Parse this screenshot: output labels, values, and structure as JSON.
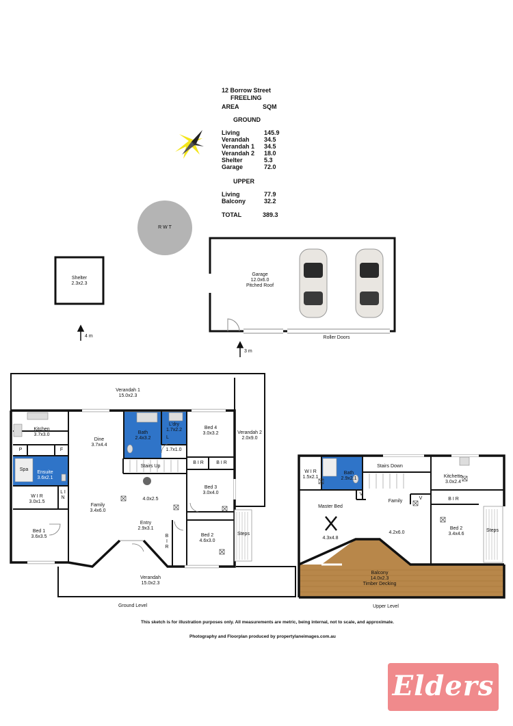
{
  "header": {
    "address_line1": "12 Borrow Street",
    "address_line2": "FREELING",
    "col_area": "AREA",
    "col_unit": "SQM",
    "ground_heading": "GROUND",
    "ground_rows": [
      {
        "name": "Living",
        "value": "145.9"
      },
      {
        "name": "Verandah",
        "value": "34.5"
      },
      {
        "name": "Verandah 1",
        "value": "34.5"
      },
      {
        "name": "Verandah 2",
        "value": "18.0"
      },
      {
        "name": "Shelter",
        "value": "5.3"
      },
      {
        "name": "Garage",
        "value": "72.0"
      }
    ],
    "upper_heading": "UPPER",
    "upper_rows": [
      {
        "name": "Living",
        "value": "77.9"
      },
      {
        "name": "Balcony",
        "value": "32.2"
      }
    ],
    "total_label": "TOTAL",
    "total_value": "389.3"
  },
  "site": {
    "rwt": "R W T",
    "shelter_name": "Shelter",
    "shelter_dim": "2.3x2.3",
    "shelter_dist": "4 m",
    "garage_name": "Garage",
    "garage_dim": "12.0x6.0",
    "garage_note": "Pitched Roof",
    "roller_doors": "Roller Doors",
    "garage_dist": "3 m"
  },
  "ground": {
    "verandah1": {
      "name": "Verandah 1",
      "dim": "15.0x2.3"
    },
    "verandah2": {
      "name": "Verandah 2",
      "dim": "2.0x9.0"
    },
    "kitchen": {
      "name": "Kitchen",
      "dim": "3.7x3.0"
    },
    "dine": {
      "name": "Dine",
      "dim": "3.7x4.4"
    },
    "bath": {
      "name": "Bath",
      "dim": "2.4x3.2"
    },
    "laundry": {
      "name": "L'dry",
      "dim": "1.7x2.2"
    },
    "bed4": {
      "name": "Bed 4",
      "dim": "3.0x3.2"
    },
    "l_label": "L",
    "hall_dim": "1.7x1.0",
    "p_label": "P",
    "f_label": "F",
    "spa": "Spa",
    "ensuite": {
      "name": "Ensuite",
      "dim": "3.6x2.1"
    },
    "stairs_up": "Stairs Up",
    "bir1": "B I R",
    "bir2": "B I R",
    "bed3": {
      "name": "Bed 3",
      "dim": "3.0x4.0"
    },
    "wir": {
      "name": "W I R",
      "dim": "3.0x1.5"
    },
    "lin": "L I N",
    "family": {
      "name": "Family",
      "dim": "3.4x6.0"
    },
    "void_dim": "4.0x2.5",
    "bed1": {
      "name": "Bed 1",
      "dim": "3.6x3.5"
    },
    "entry": {
      "name": "Entry",
      "dim": "2.9x3.1"
    },
    "bir3": "B I R",
    "bed2": {
      "name": "Bed 2",
      "dim": "4.6x3.0"
    },
    "steps": "Steps",
    "verandah": {
      "name": "Verandah",
      "dim": "15.0x2.3"
    },
    "level": "Ground Level"
  },
  "upper": {
    "wir": {
      "name": "W I R",
      "dim": "1.5x2.1"
    },
    "bath": {
      "name": "Bath",
      "dim": "2.9x2.1"
    },
    "stairs_down": "Stairs Down",
    "kitchette": {
      "name": "Kitchette",
      "dim": "3.0x2.4"
    },
    "v1": "V",
    "v2": "V",
    "bir": "B I R",
    "master": {
      "name": "Master Bed",
      "dim": "4.3x4.8"
    },
    "family": {
      "name": "Family",
      "dim": "4.2x6.0"
    },
    "bed2": {
      "name": "Bed 2",
      "dim": "3.4x4.6"
    },
    "steps": "Steps",
    "balcony": {
      "name": "Balcony",
      "dim": "14.0x2.3",
      "note": "Timber Decking"
    },
    "level": "Upper Level"
  },
  "footer": {
    "disclaimer": "This sketch is for illustration purposes only.  All measurements are metric, being internal, not to scale, and approximate.",
    "credit": "Photography and Floorplan produced by propertylaneimages.com.au",
    "brand": "Elders"
  },
  "colors": {
    "wet_area": "#2f74c8",
    "deck": "#b8874a",
    "brand_bg": "#f08a8c",
    "rwt": "#b4b4b4"
  }
}
